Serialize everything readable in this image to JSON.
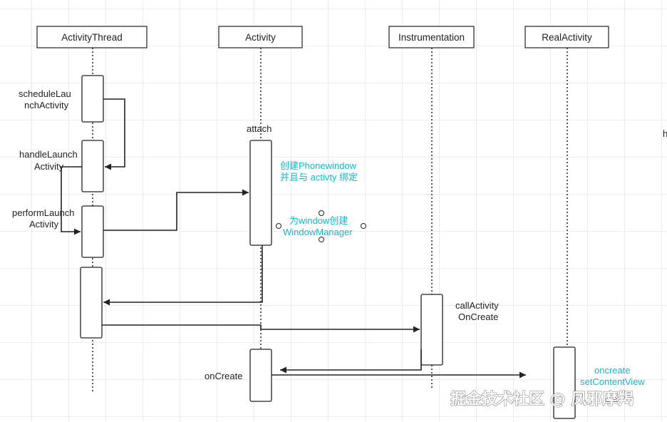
{
  "lifelines": [
    {
      "name": "ActivityThread"
    },
    {
      "name": "Activity"
    },
    {
      "name": "Instrumentation"
    },
    {
      "name": "RealActivity"
    }
  ],
  "labels": {
    "schedule": [
      "scheduleLau",
      "nchActivity"
    ],
    "handle": [
      "handleLaunch",
      "Activity"
    ],
    "perform": [
      "performLaunch",
      "Activity"
    ],
    "attach": "attach",
    "call": [
      "callActivity",
      "OnCreate"
    ],
    "oncreate": "onCreate",
    "edge_h": "h"
  },
  "notes": {
    "phonewindow": [
      "创建Phonewindow",
      "并且与 activty 绑定"
    ],
    "windowmanager": [
      "为window创建",
      "WindowManager"
    ],
    "realactivity": [
      "oncreate",
      "setContentView"
    ]
  },
  "colors": {
    "note": "#12b8c8",
    "line": "#222222",
    "grid": "#ececec",
    "watermark": "#ffffff"
  },
  "watermark": "掘金技术社区 @ 凤邪摩羯"
}
